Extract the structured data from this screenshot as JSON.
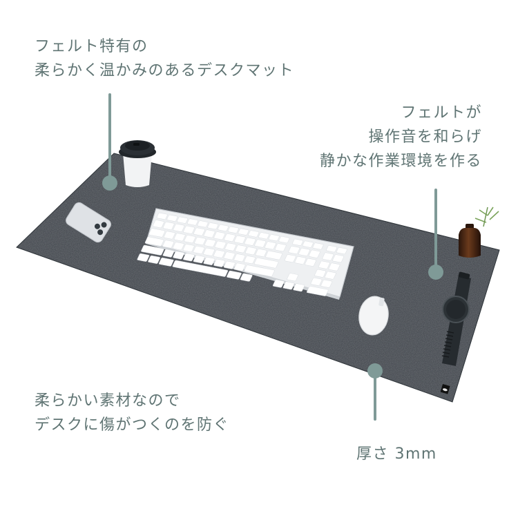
{
  "captions": {
    "feature_1": {
      "lines": [
        "フェルト特有の",
        "柔らかく温かみのあるデスクマット"
      ]
    },
    "feature_2": {
      "lines": [
        "フェルトが",
        "操作音を和らげ",
        "静かな作業環境を作る"
      ]
    },
    "feature_3": {
      "lines": [
        "柔らかい素材なので",
        "デスクに傷がつくのを防ぐ"
      ]
    },
    "feature_4": {
      "lines": [
        "厚さ 3mm"
      ]
    }
  },
  "colors": {
    "accent": "#7f9a97",
    "caption_text": "#5f7473",
    "mat": "#3a4147",
    "background": "#ffffff"
  },
  "product": {
    "items_on_mat": [
      "coffee-cup",
      "smartphone",
      "keyboard",
      "mouse",
      "smartwatch",
      "vase-with-plant"
    ]
  }
}
